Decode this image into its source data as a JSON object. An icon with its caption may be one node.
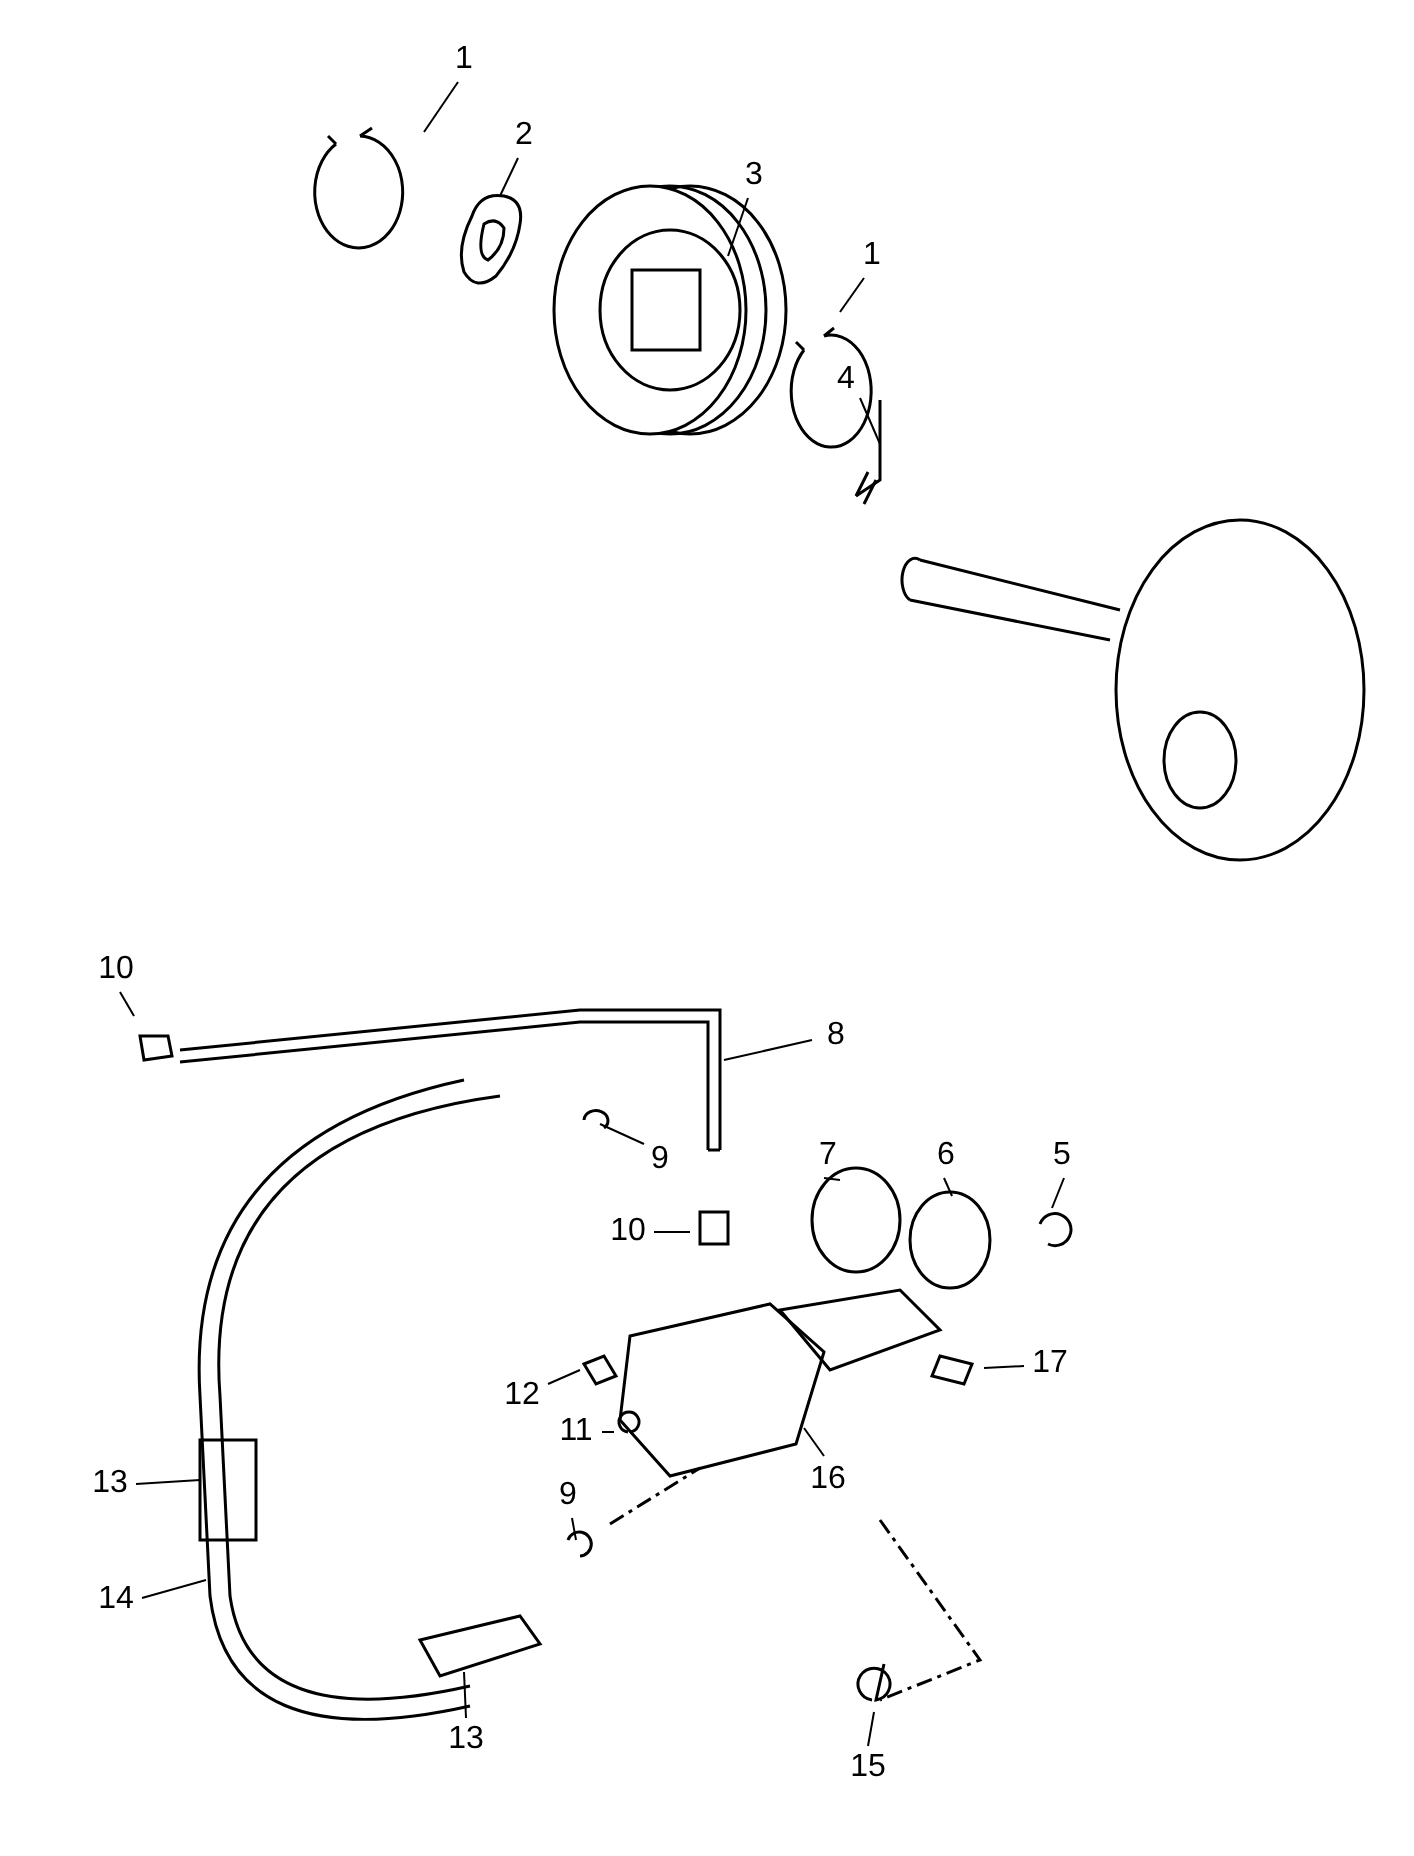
{
  "diagram": {
    "nodes": [
      {
        "text": [
          "1"
        ]
      },
      {
        "text": [
          "2"
        ]
      },
      {
        "text": [
          "3"
        ]
      },
      {
        "text": [
          "1"
        ]
      },
      {
        "text": [
          "4"
        ]
      },
      {
        "text": [
          "10"
        ]
      },
      {
        "text": [
          "8"
        ]
      },
      {
        "text": [
          "9"
        ]
      },
      {
        "text": [
          "10"
        ]
      },
      {
        "text": [
          "7"
        ]
      },
      {
        "text": [
          "6"
        ]
      },
      {
        "text": [
          "5"
        ]
      },
      {
        "text": [
          "12"
        ]
      },
      {
        "text": [
          "17"
        ]
      },
      {
        "text": [
          "11"
        ]
      },
      {
        "text": [
          "13"
        ]
      },
      {
        "text": [
          "16"
        ]
      },
      {
        "text": [
          "9"
        ]
      },
      {
        "text": [
          "14"
        ]
      },
      {
        "text": [
          "13"
        ]
      },
      {
        "text": [
          "15"
        ]
      }
    ],
    "edges": [
      {
        "from": 0,
        "to": null,
        "arrow": "none"
      },
      {
        "from": 1,
        "to": null,
        "arrow": "none"
      },
      {
        "from": 2,
        "to": null,
        "arrow": "none"
      },
      {
        "from": 3,
        "to": null,
        "arrow": "none"
      },
      {
        "from": 4,
        "to": null,
        "arrow": "none"
      },
      {
        "from": 5,
        "to": null,
        "arrow": "none"
      },
      {
        "from": 6,
        "to": null,
        "arrow": "none"
      },
      {
        "from": 7,
        "to": null,
        "arrow": "none"
      },
      {
        "from": 8,
        "to": null,
        "arrow": "none"
      },
      {
        "from": 9,
        "to": null,
        "arrow": "none"
      },
      {
        "from": 10,
        "to": null,
        "arrow": "none"
      },
      {
        "from": 11,
        "to": null,
        "arrow": "none"
      },
      {
        "from": 12,
        "to": null,
        "arrow": "none"
      },
      {
        "from": 13,
        "to": null,
        "arrow": "none"
      },
      {
        "from": 14,
        "to": null,
        "arrow": "none"
      },
      {
        "from": 15,
        "to": null,
        "arrow": "none"
      },
      {
        "from": 16,
        "to": null,
        "arrow": "none"
      },
      {
        "from": 17,
        "to": null,
        "arrow": "none"
      },
      {
        "from": 18,
        "to": null,
        "arrow": "none"
      },
      {
        "from": 19,
        "to": null,
        "arrow": "none"
      },
      {
        "from": 20,
        "to": null,
        "arrow": "none"
      }
    ]
  }
}
